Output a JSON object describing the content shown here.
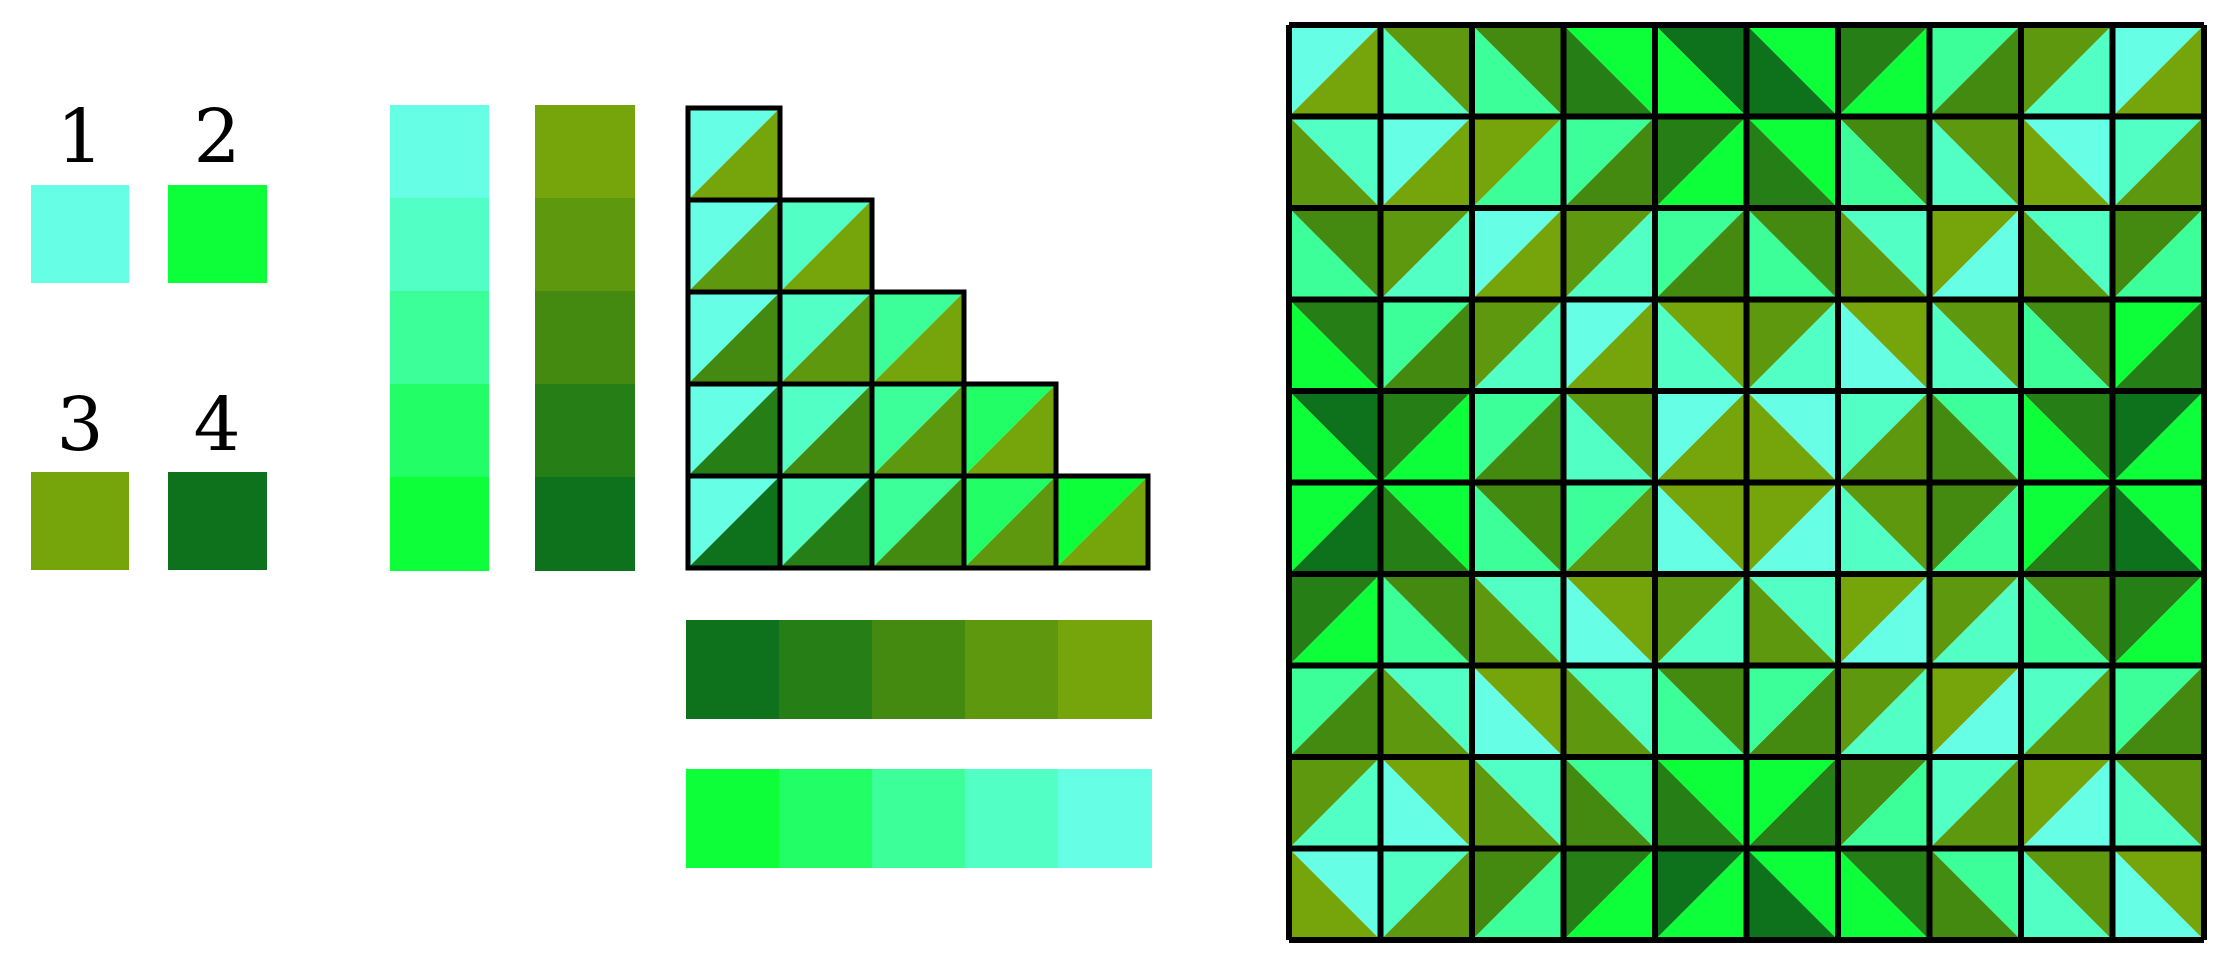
{
  "base_colors": [
    {
      "label": "1",
      "hex": "#66FFE6"
    },
    {
      "label": "2",
      "hex": "#0DFF3A"
    },
    {
      "label": "3",
      "hex": "#75A50A"
    },
    {
      "label": "4",
      "hex": "#0E711B"
    }
  ],
  "gradient_1_to_2": [
    "#66FFE6",
    "#52FFC4",
    "#3CFF99",
    "#22FF66",
    "#0DFF3A"
  ],
  "gradient_3_to_4": [
    "#75A50A",
    "#5E980E",
    "#448A11",
    "#267E16",
    "#0E711B"
  ],
  "mixing_triangle": [
    [
      [
        1,
        3
      ]
    ],
    [
      [
        3,
        1
      ],
      [
        1,
        3
      ]
    ],
    [
      [
        4,
        1
      ],
      [
        3,
        1
      ],
      [
        1,
        3
      ]
    ],
    [
      [
        4,
        2
      ],
      [
        1,
        4
      ],
      [
        3,
        1
      ],
      [
        1,
        3
      ]
    ],
    [
      [
        4,
        2
      ],
      [
        4,
        2
      ],
      [
        4,
        1
      ],
      [
        3,
        1
      ],
      [
        1,
        3
      ]
    ]
  ],
  "mixing_triangle_shades": [
    [
      [
        0,
        0
      ]
    ],
    [
      [
        0,
        1
      ],
      [
        1,
        0
      ]
    ],
    [
      [
        0,
        2
      ],
      [
        1,
        1
      ],
      [
        2,
        0
      ]
    ],
    [
      [
        0,
        3
      ],
      [
        1,
        2
      ],
      [
        2,
        1
      ],
      [
        3,
        0
      ]
    ],
    [
      [
        0,
        4
      ],
      [
        1,
        3
      ],
      [
        2,
        2
      ],
      [
        3,
        1
      ],
      [
        4,
        0
      ]
    ]
  ],
  "quilt_grid": {
    "rows": 10,
    "cols": 10,
    "cells": [
      [
        [
          "#66FFE6",
          "#75A50A",
          "/",
          "tl"
        ],
        [
          "#5E980E",
          "#52FFC4",
          "\\",
          "tr"
        ],
        [
          "#448A11",
          "#3CFF99",
          "\\",
          "tr"
        ],
        [
          "#0DFF3A",
          "#267E16",
          "\\",
          "tr"
        ],
        [
          "#0E711B",
          "#0DFF3A",
          "\\",
          "tr"
        ],
        [
          "#0DFF3A",
          "#0E711B",
          "\\",
          "tr"
        ],
        [
          "#267E16",
          "#0DFF3A",
          "/",
          "tl"
        ],
        [
          "#3CFF99",
          "#448A11",
          "/",
          "tl"
        ],
        [
          "#5E980E",
          "#52FFC4",
          "/",
          "tl"
        ],
        [
          "#66FFE6",
          "#75A50A",
          "/",
          "tl"
        ]
      ],
      [
        [
          "#52FFC4",
          "#5E980E",
          "\\",
          "tr"
        ],
        [
          "#66FFE6",
          "#75A50A",
          "/",
          "tl"
        ],
        [
          "#75A50A",
          "#3CFF99",
          "/",
          "tl"
        ],
        [
          "#3CFF99",
          "#448A11",
          "/",
          "tl"
        ],
        [
          "#267E16",
          "#0DFF3A",
          "/",
          "tl"
        ],
        [
          "#0DFF3A",
          "#267E16",
          "\\",
          "tr"
        ],
        [
          "#448A11",
          "#3CFF99",
          "\\",
          "tr"
        ],
        [
          "#5E980E",
          "#52FFC4",
          "\\",
          "tr"
        ],
        [
          "#66FFE6",
          "#75A50A",
          "\\",
          "tr"
        ],
        [
          "#52FFC4",
          "#5E980E",
          "/",
          "tl"
        ]
      ],
      [
        [
          "#448A11",
          "#3CFF99",
          "\\",
          "tr"
        ],
        [
          "#5E980E",
          "#52FFC4",
          "/",
          "tl"
        ],
        [
          "#66FFE6",
          "#75A50A",
          "/",
          "tl"
        ],
        [
          "#5E980E",
          "#52FFC4",
          "/",
          "tl"
        ],
        [
          "#3CFF99",
          "#448A11",
          "/",
          "tl"
        ],
        [
          "#448A11",
          "#3CFF99",
          "\\",
          "tr"
        ],
        [
          "#52FFC4",
          "#5E980E",
          "\\",
          "tr"
        ],
        [
          "#75A50A",
          "#66FFE6",
          "/",
          "tl"
        ],
        [
          "#52FFC4",
          "#5E980E",
          "\\",
          "tr"
        ],
        [
          "#448A11",
          "#3CFF99",
          "/",
          "tl"
        ]
      ],
      [
        [
          "#267E16",
          "#0DFF3A",
          "\\",
          "tr"
        ],
        [
          "#3CFF99",
          "#448A11",
          "/",
          "tl"
        ],
        [
          "#5E980E",
          "#52FFC4",
          "/",
          "tl"
        ],
        [
          "#66FFE6",
          "#75A50A",
          "/",
          "tl"
        ],
        [
          "#75A50A",
          "#52FFC4",
          "\\",
          "tr"
        ],
        [
          "#5E980E",
          "#52FFC4",
          "/",
          "tl"
        ],
        [
          "#75A50A",
          "#66FFE6",
          "\\",
          "tr"
        ],
        [
          "#5E980E",
          "#52FFC4",
          "\\",
          "tr"
        ],
        [
          "#448A11",
          "#3CFF99",
          "\\",
          "tr"
        ],
        [
          "#0DFF3A",
          "#267E16",
          "/",
          "tl"
        ]
      ],
      [
        [
          "#0E711B",
          "#0DFF3A",
          "\\",
          "tr"
        ],
        [
          "#267E16",
          "#0DFF3A",
          "/",
          "tl"
        ],
        [
          "#3CFF99",
          "#448A11",
          "/",
          "tl"
        ],
        [
          "#5E980E",
          "#52FFC4",
          "\\",
          "tr"
        ],
        [
          "#66FFE6",
          "#75A50A",
          "/",
          "tl"
        ],
        [
          "#66FFE6",
          "#75A50A",
          "\\",
          "tr"
        ],
        [
          "#52FFC4",
          "#5E980E",
          "/",
          "tl"
        ],
        [
          "#3CFF99",
          "#448A11",
          "\\",
          "tr"
        ],
        [
          "#267E16",
          "#0DFF3A",
          "\\",
          "tr"
        ],
        [
          "#0E711B",
          "#0DFF3A",
          "/",
          "tl"
        ]
      ],
      [
        [
          "#0DFF3A",
          "#0E711B",
          "/",
          "tl"
        ],
        [
          "#0DFF3A",
          "#267E16",
          "\\",
          "tr"
        ],
        [
          "#448A11",
          "#3CFF99",
          "\\",
          "tr"
        ],
        [
          "#3CFF99",
          "#5E980E",
          "/",
          "tl"
        ],
        [
          "#75A50A",
          "#66FFE6",
          "\\",
          "tr"
        ],
        [
          "#75A50A",
          "#66FFE6",
          "/",
          "tl"
        ],
        [
          "#5E980E",
          "#52FFC4",
          "\\",
          "tr"
        ],
        [
          "#448A11",
          "#3CFF99",
          "/",
          "tl"
        ],
        [
          "#0DFF3A",
          "#267E16",
          "/",
          "tl"
        ],
        [
          "#0DFF3A",
          "#0E711B",
          "\\",
          "tr"
        ]
      ],
      [
        [
          "#267E16",
          "#0DFF3A",
          "/",
          "tl"
        ],
        [
          "#448A11",
          "#3CFF99",
          "\\",
          "tr"
        ],
        [
          "#52FFC4",
          "#5E980E",
          "\\",
          "tr"
        ],
        [
          "#75A50A",
          "#66FFE6",
          "\\",
          "tr"
        ],
        [
          "#5E980E",
          "#52FFC4",
          "/",
          "tl"
        ],
        [
          "#52FFC4",
          "#5E980E",
          "\\",
          "tr"
        ],
        [
          "#75A50A",
          "#66FFE6",
          "/",
          "tl"
        ],
        [
          "#5E980E",
          "#52FFC4",
          "/",
          "tl"
        ],
        [
          "#448A11",
          "#3CFF99",
          "\\",
          "tr"
        ],
        [
          "#267E16",
          "#0DFF3A",
          "/",
          "tl"
        ]
      ],
      [
        [
          "#3CFF99",
          "#448A11",
          "/",
          "tl"
        ],
        [
          "#52FFC4",
          "#5E980E",
          "\\",
          "tr"
        ],
        [
          "#75A50A",
          "#66FFE6",
          "\\",
          "tr"
        ],
        [
          "#52FFC4",
          "#5E980E",
          "\\",
          "tr"
        ],
        [
          "#448A11",
          "#3CFF99",
          "\\",
          "tr"
        ],
        [
          "#3CFF99",
          "#448A11",
          "/",
          "tl"
        ],
        [
          "#5E980E",
          "#52FFC4",
          "/",
          "tl"
        ],
        [
          "#75A50A",
          "#66FFE6",
          "/",
          "tl"
        ],
        [
          "#52FFC4",
          "#5E980E",
          "/",
          "tl"
        ],
        [
          "#3CFF99",
          "#448A11",
          "/",
          "tl"
        ]
      ],
      [
        [
          "#5E980E",
          "#52FFC4",
          "/",
          "tl"
        ],
        [
          "#75A50A",
          "#66FFE6",
          "\\",
          "tr"
        ],
        [
          "#52FFC4",
          "#5E980E",
          "\\",
          "tr"
        ],
        [
          "#3CFF99",
          "#448A11",
          "\\",
          "tr"
        ],
        [
          "#0DFF3A",
          "#267E16",
          "\\",
          "tr"
        ],
        [
          "#0DFF3A",
          "#267E16",
          "/",
          "tl"
        ],
        [
          "#448A11",
          "#3CFF99",
          "/",
          "tl"
        ],
        [
          "#52FFC4",
          "#5E980E",
          "/",
          "tl"
        ],
        [
          "#75A50A",
          "#66FFE6",
          "/",
          "tl"
        ],
        [
          "#5E980E",
          "#52FFC4",
          "\\",
          "tr"
        ]
      ],
      [
        [
          "#66FFE6",
          "#75A50A",
          "\\",
          "tr"
        ],
        [
          "#52FFC4",
          "#5E980E",
          "/",
          "tl"
        ],
        [
          "#448A11",
          "#3CFF99",
          "/",
          "tl"
        ],
        [
          "#267E16",
          "#0DFF3A",
          "/",
          "tl"
        ],
        [
          "#0E711B",
          "#0DFF3A",
          "/",
          "tl"
        ],
        [
          "#0DFF3A",
          "#0E711B",
          "\\",
          "tr"
        ],
        [
          "#267E16",
          "#0DFF3A",
          "\\",
          "tr"
        ],
        [
          "#3CFF99",
          "#448A11",
          "\\",
          "tr"
        ],
        [
          "#5E980E",
          "#52FFC4",
          "\\",
          "tr"
        ],
        [
          "#75A50A",
          "#66FFE6",
          "\\",
          "tr"
        ]
      ]
    ]
  }
}
